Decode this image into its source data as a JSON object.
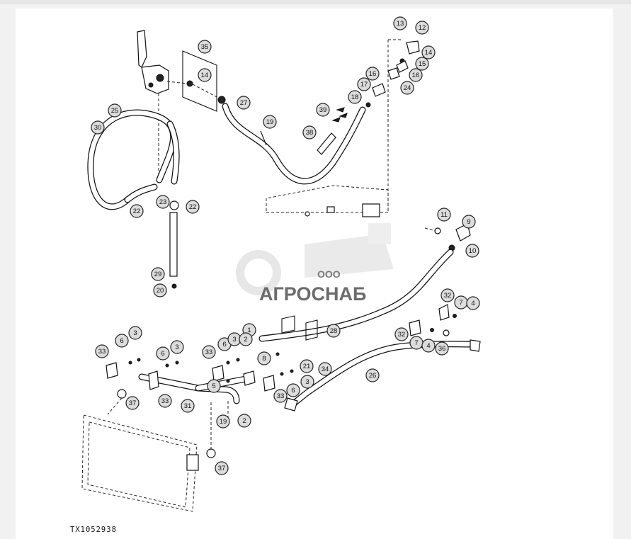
{
  "figure_id": "TX1052938",
  "watermark": {
    "prefix": "ООО",
    "name": "АГРОСНАБ"
  },
  "callouts": [
    "1",
    "2",
    "3",
    "4",
    "5",
    "6",
    "7",
    "8",
    "9",
    "10",
    "11",
    "12",
    "13",
    "14",
    "15",
    "16",
    "17",
    "18",
    "19",
    "20",
    "21",
    "22",
    "23",
    "24",
    "25",
    "26",
    "27",
    "28",
    "29",
    "30",
    "31",
    "32",
    "33",
    "34",
    "35",
    "36",
    "37",
    "38",
    "39"
  ]
}
